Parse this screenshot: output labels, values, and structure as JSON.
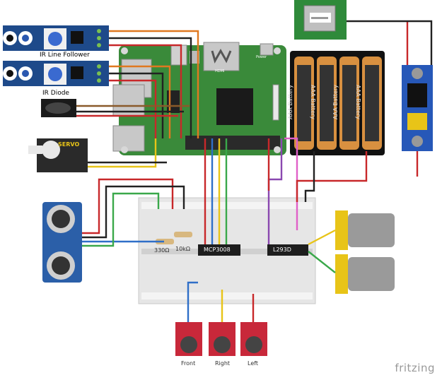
{
  "labels": {
    "ir_line_follower": "IR Line Follower",
    "ir_diode": "IR Diode",
    "servo": "SERVO",
    "battery": "AAA Battery",
    "resistor_330": "330Ω",
    "resistor_10k": "10kΩ",
    "adc_chip": "MCP3008",
    "motor_driver_chip": "L293D",
    "mic_front": "Front",
    "mic_right": "Right",
    "mic_left": "Left",
    "pi_power": "Power",
    "pi_hdmi": "HDMI",
    "brand": "fritzing"
  },
  "colors": {
    "pi_board": "#3a8a3a",
    "breadboard": "#e6e6e6",
    "sensor_board": "#2b5fa8",
    "regulator": "#2758b8",
    "battery_body": "#222222",
    "battery_tip": "#d89040",
    "motor_yellow": "#e8c418",
    "motor_grey": "#9a9a9a",
    "mic_board": "#c8283a",
    "usb_board": "#2f8a3a",
    "wire_red": "#c8282a",
    "wire_black": "#222222",
    "wire_blue": "#2f6fc8",
    "wire_green": "#3aa84a",
    "wire_yellow": "#f0e020",
    "wire_orange": "#e07820",
    "wire_purple": "#8a48b0",
    "wire_pink": "#e060c8",
    "wire_brown": "#8a5a2a"
  }
}
